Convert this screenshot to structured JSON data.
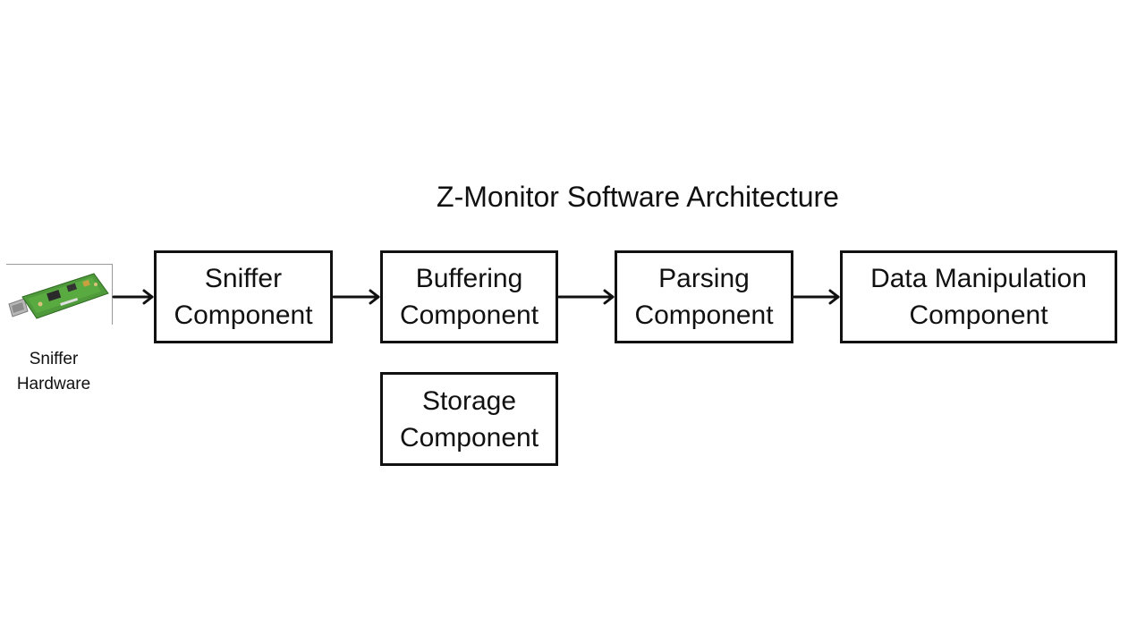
{
  "diagram": {
    "title": "Z-Monitor Software Architecture",
    "hardware": {
      "label": "Sniffer\nHardware",
      "icon": "usb-sniffer-board"
    },
    "components": {
      "sniffer": "Sniffer\nComponent",
      "buffering": "Buffering\nComponent",
      "parsing": "Parsing\nComponent",
      "data_manipulation": "Data Manipulation\nComponent",
      "storage": "Storage\nComponent"
    },
    "colors": {
      "line": "#111111",
      "board": "#4f9a3a",
      "connector": "#9a9a9a"
    }
  }
}
